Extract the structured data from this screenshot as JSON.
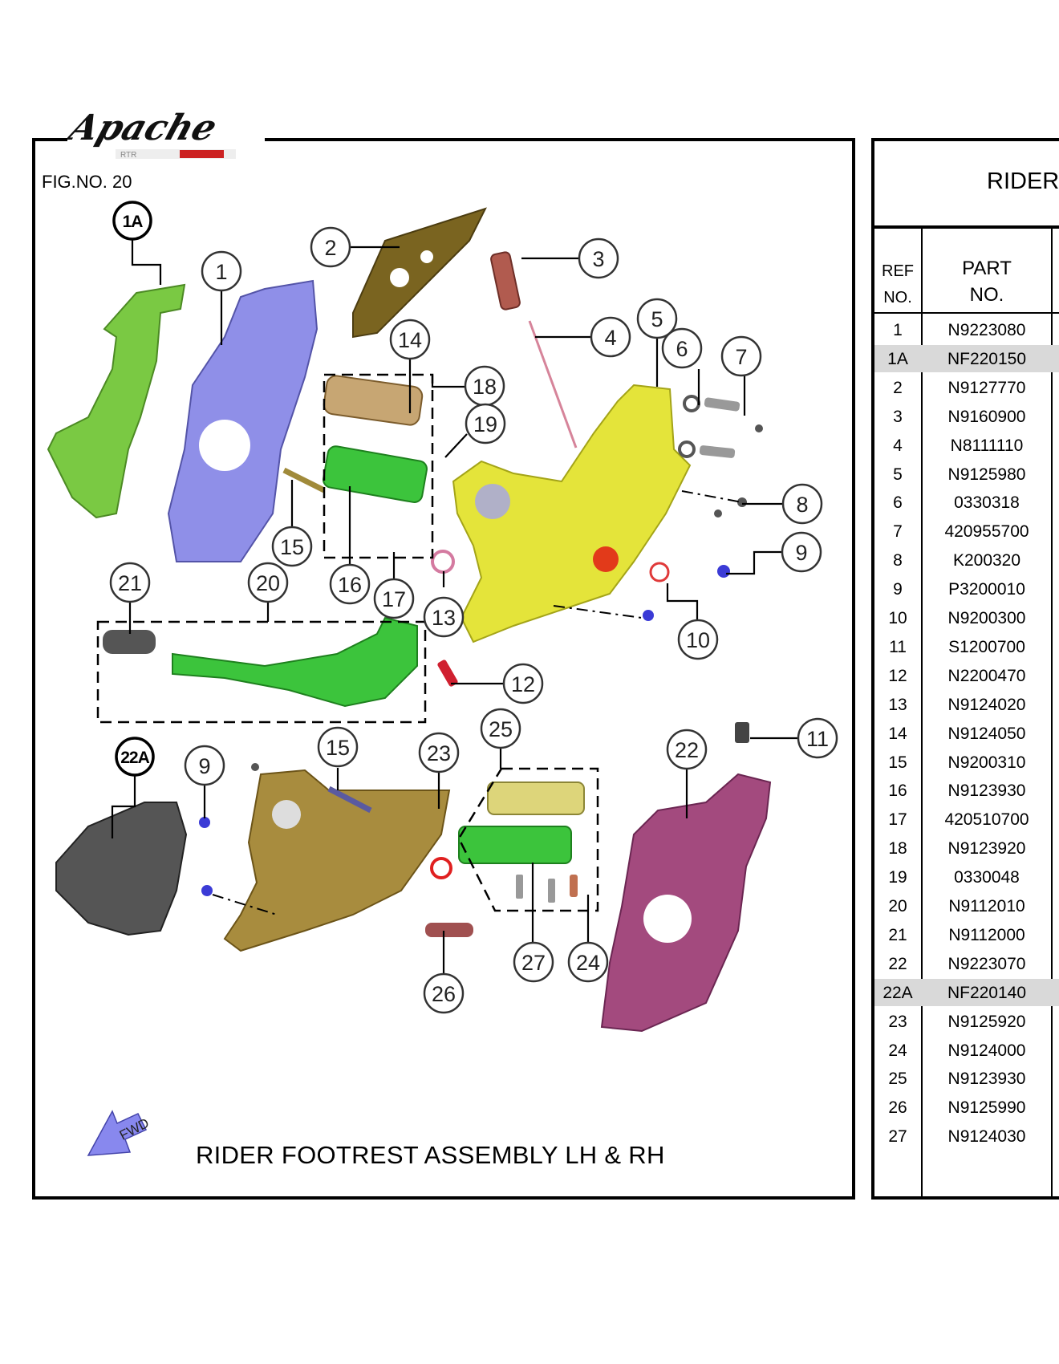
{
  "logo": {
    "brand": "Apache",
    "model": "RTR"
  },
  "figure": {
    "number_label": "FIG.NO. 20",
    "caption": "RIDER FOOTREST ASSEMBLY LH & RH",
    "fwd_label": "FWD"
  },
  "callouts": [
    "1A",
    "1",
    "2",
    "3",
    "14",
    "18",
    "4",
    "5",
    "6",
    "7",
    "19",
    "15",
    "8",
    "16",
    "17",
    "9",
    "21",
    "20",
    "13",
    "10",
    "12",
    "25",
    "15",
    "23",
    "22",
    "11",
    "22A",
    "9",
    "27",
    "24",
    "26"
  ],
  "table": {
    "title": "RIDER",
    "columns": {
      "ref_line1": "REF",
      "ref_line2": "NO.",
      "part_line1": "PART",
      "part_line2": "NO."
    },
    "rows": [
      {
        "ref": "1",
        "part": "N9223080"
      },
      {
        "ref": "1A",
        "part": "NF220150",
        "highlight": true
      },
      {
        "ref": "2",
        "part": "N9127770"
      },
      {
        "ref": "3",
        "part": "N9160900"
      },
      {
        "ref": "4",
        "part": "N8111110"
      },
      {
        "ref": "5",
        "part": "N9125980"
      },
      {
        "ref": "6",
        "part": "0330318"
      },
      {
        "ref": "7",
        "part": "420955700"
      },
      {
        "ref": "8",
        "part": "K200320"
      },
      {
        "ref": "9",
        "part": "P3200010"
      },
      {
        "ref": "10",
        "part": "N9200300"
      },
      {
        "ref": "11",
        "part": "S1200700"
      },
      {
        "ref": "12",
        "part": "N2200470"
      },
      {
        "ref": "13",
        "part": "N9124020"
      },
      {
        "ref": "14",
        "part": "N9124050"
      },
      {
        "ref": "15",
        "part": "N9200310"
      },
      {
        "ref": "16",
        "part": "N9123930"
      },
      {
        "ref": "17",
        "part": "420510700"
      },
      {
        "ref": "18",
        "part": "N9123920"
      },
      {
        "ref": "19",
        "part": "0330048"
      },
      {
        "ref": "20",
        "part": "N9112010"
      },
      {
        "ref": "21",
        "part": "N9112000"
      },
      {
        "ref": "22",
        "part": "N9223070"
      },
      {
        "ref": "22A",
        "part": "NF220140",
        "highlight": true
      },
      {
        "ref": "23",
        "part": "N9125920"
      },
      {
        "ref": "24",
        "part": "N9124000"
      },
      {
        "ref": "25",
        "part": "N9123930"
      },
      {
        "ref": "26",
        "part": "N9125990"
      },
      {
        "ref": "27",
        "part": "N9124030"
      }
    ]
  },
  "colors": {
    "bracket_green": "#7ac943",
    "bracket_purple": "#8f8fe8",
    "bracket_yellow": "#e4e43a",
    "guard_brown": "#7a6420",
    "bracket_gold": "#a88c3e",
    "guard_maroon": "#a34a7e",
    "pedal_green": "#3cc43c",
    "fwd_arrow": "#8888ee",
    "highlight_row": "#d9d9d9"
  }
}
